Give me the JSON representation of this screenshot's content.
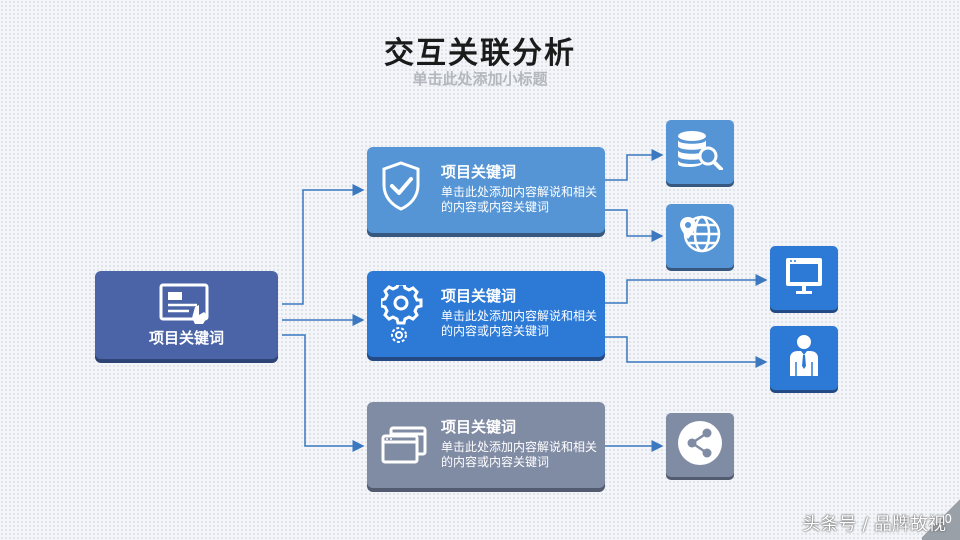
{
  "header": {
    "title": "交互关联分析",
    "subtitle": "单击此处添加小标题"
  },
  "root": {
    "label": "项目关键词",
    "icon": "form-touch-icon",
    "color": "#4a64a7"
  },
  "cards": [
    {
      "title": "项目关键词",
      "desc": "单击此处添加内容解说和相关的内容或内容关键词",
      "icon": "shield-check-icon",
      "color": "#5595d6"
    },
    {
      "title": "项目关键词",
      "desc": "单击此处添加内容解说和相关的内容或内容关键词",
      "icon": "gears-icon",
      "color": "#2d7ad6"
    },
    {
      "title": "项目关键词",
      "desc": "单击此处添加内容解说和相关的内容或内容关键词",
      "icon": "windows-icon",
      "color": "#808ba4"
    }
  ],
  "tiles": [
    {
      "icon": "database-search-icon"
    },
    {
      "icon": "globe-location-icon"
    },
    {
      "icon": "monitor-icon"
    },
    {
      "icon": "businessman-icon"
    },
    {
      "icon": "share-icon"
    }
  ],
  "footer": {
    "watermark": "头条号 / 品牌故视",
    "page_number": "20"
  }
}
